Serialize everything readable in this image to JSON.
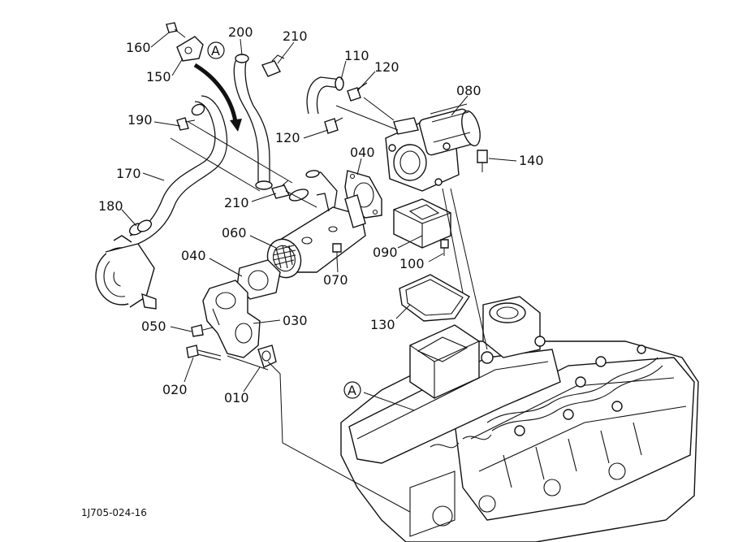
{
  "parts": [
    {
      "id": "p160",
      "label": "160"
    },
    {
      "id": "p150",
      "label": "150"
    },
    {
      "id": "p200",
      "label": "200"
    },
    {
      "id": "p210a",
      "label": "210"
    },
    {
      "id": "p110",
      "label": "110"
    },
    {
      "id": "p120a",
      "label": "120"
    },
    {
      "id": "p080",
      "label": "080"
    },
    {
      "id": "p190",
      "label": "190"
    },
    {
      "id": "p120b",
      "label": "120"
    },
    {
      "id": "p040a",
      "label": "040"
    },
    {
      "id": "p140",
      "label": "140"
    },
    {
      "id": "p170",
      "label": "170"
    },
    {
      "id": "p210b",
      "label": "210"
    },
    {
      "id": "p180",
      "label": "180"
    },
    {
      "id": "p060",
      "label": "060"
    },
    {
      "id": "p090",
      "label": "090"
    },
    {
      "id": "p040b",
      "label": "040"
    },
    {
      "id": "p100",
      "label": "100"
    },
    {
      "id": "p070",
      "label": "070"
    },
    {
      "id": "p130",
      "label": "130"
    },
    {
      "id": "p050",
      "label": "050"
    },
    {
      "id": "p030",
      "label": "030"
    },
    {
      "id": "p020",
      "label": "020"
    },
    {
      "id": "p010",
      "label": "010"
    }
  ],
  "ref_marker": "A",
  "ref_marker_engine": "A",
  "drawing_code": "1J705-024-16"
}
